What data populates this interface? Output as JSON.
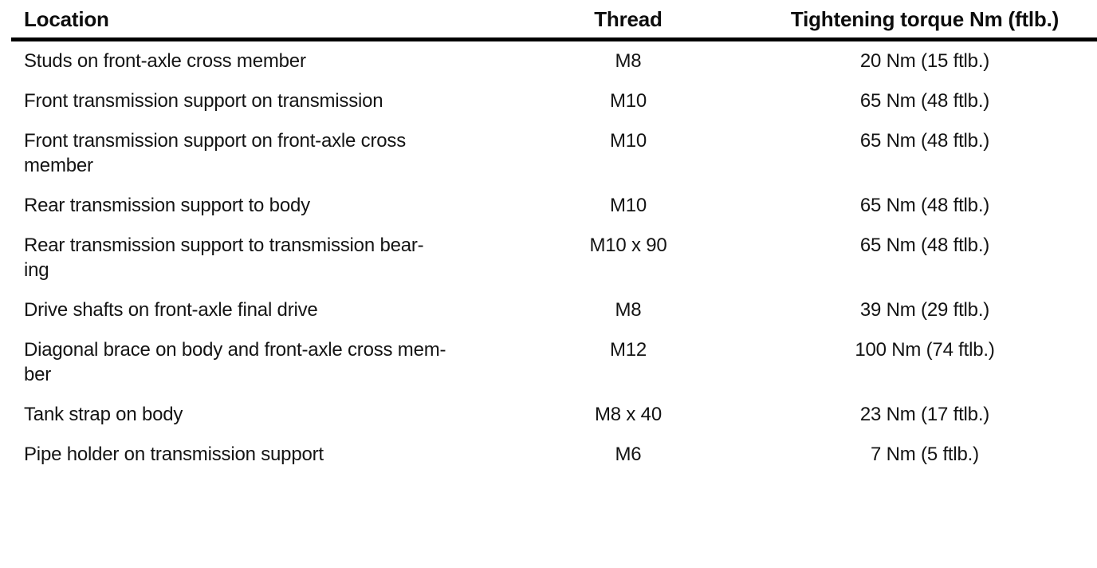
{
  "colors": {
    "background": "#ffffff",
    "text": "#141414",
    "header_rule": "#000000"
  },
  "table": {
    "columns": [
      {
        "label": "Location"
      },
      {
        "label": "Thread"
      },
      {
        "label": "Tightening torque Nm (ftlb.)"
      }
    ],
    "rows": [
      {
        "location": "Studs on front-axle cross member",
        "thread": "M8",
        "torque": "20 Nm (15 ftlb.)"
      },
      {
        "location": "Front transmission support on transmission",
        "thread": "M10",
        "torque": "65 Nm (48 ftlb.)"
      },
      {
        "location": "Front transmission support on front-axle cross\nmember",
        "thread": "M10",
        "torque": "65 Nm (48 ftlb.)"
      },
      {
        "location": "Rear transmission support to body",
        "thread": "M10",
        "torque": "65 Nm (48 ftlb.)"
      },
      {
        "location": "Rear transmission support to transmission bear-\ning",
        "thread": "M10 x 90",
        "torque": "65 Nm (48 ftlb.)"
      },
      {
        "location": "Drive shafts on front-axle final drive",
        "thread": "M8",
        "torque": "39 Nm (29 ftlb.)"
      },
      {
        "location": "Diagonal brace on body and front-axle cross mem-\nber",
        "thread": "M12",
        "torque": "100 Nm (74 ftlb.)"
      },
      {
        "location": "Tank strap on body",
        "thread": "M8 x 40",
        "torque": "23 Nm (17 ftlb.)"
      },
      {
        "location": "Pipe holder on transmission support",
        "thread": "M6",
        "torque": "7 Nm (5 ftlb.)"
      }
    ]
  }
}
